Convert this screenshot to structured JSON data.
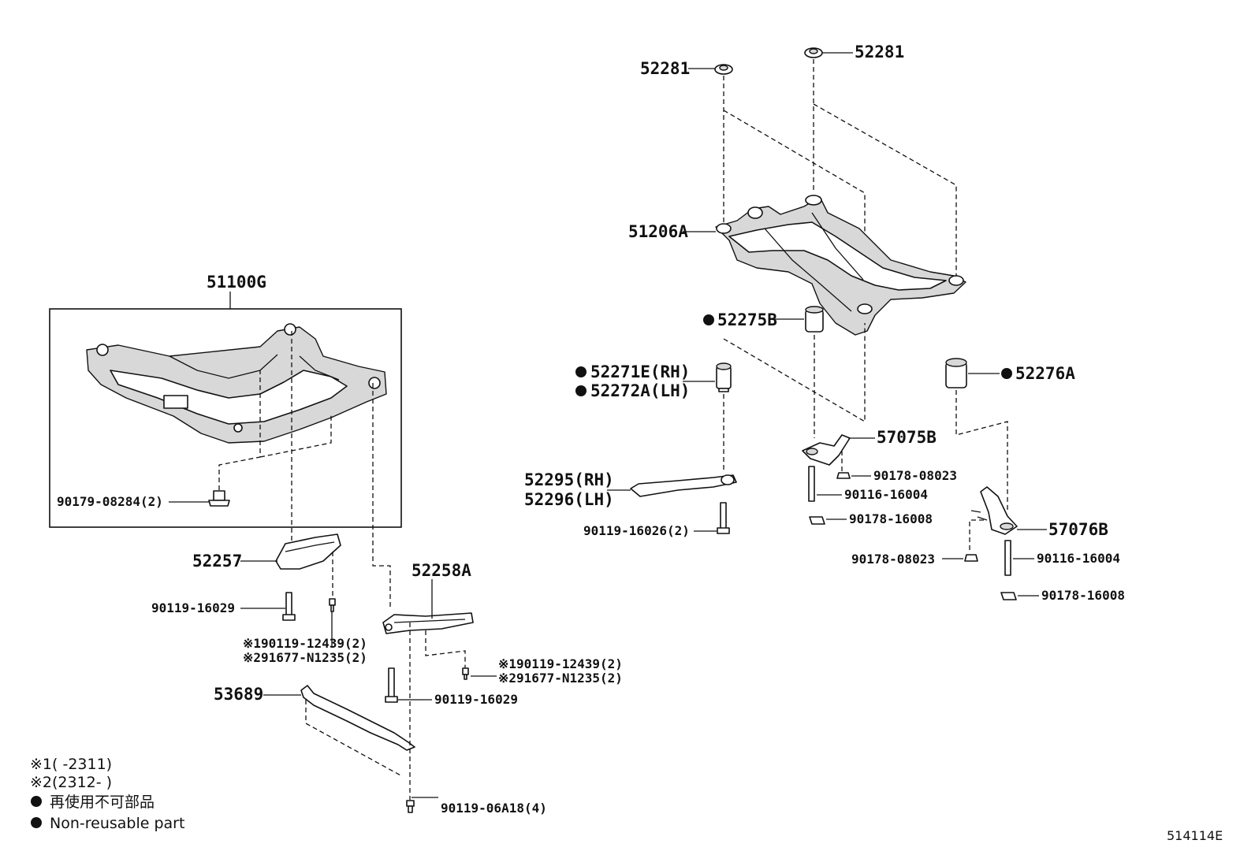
{
  "callouts": {
    "p51100G": "51100G",
    "p90179_08284": "90179-08284(2)",
    "p52257": "52257",
    "p90119_16029_a": "90119-16029",
    "p90119_12439_a": "※190119-12439(2)",
    "p91677_N1235_a": "※291677-N1235(2)",
    "p52258A": "52258A",
    "p90119_12439_b": "※190119-12439(2)",
    "p91677_N1235_b": "※291677-N1235(2)",
    "p90119_16029_b": "90119-16029",
    "p53689": "53689",
    "p90119_06A18": "90119-06A18(4)",
    "p52281_a": "52281",
    "p52281_b": "52281",
    "p51206A": "51206A",
    "p52275B": "52275B",
    "p52271E": "52271E(RH)",
    "p52272A": "52272A(LH)",
    "p52276A": "52276A",
    "p57075B": "57075B",
    "p90178_08023_a": "90178-08023",
    "p90116_16004_a": "90116-16004",
    "p90178_16008_a": "90178-16008",
    "p52295": "52295(RH)",
    "p52296": "52296(LH)",
    "p90119_16026": "90119-16026(2)",
    "p57076B": "57076B",
    "p90178_08023_b": "90178-08023",
    "p90116_16004_b": "90116-16004",
    "p90178_16008_b": "90178-16008"
  },
  "legend": {
    "note1": "※1(    -2311)",
    "note2": "※2(2312-    )",
    "nonreusable_jp": "再使用不可部品",
    "nonreusable_en": "Non-reusable part"
  },
  "diagram_code": "514114E",
  "icons": {
    "marker": "filled-circle-icon"
  }
}
